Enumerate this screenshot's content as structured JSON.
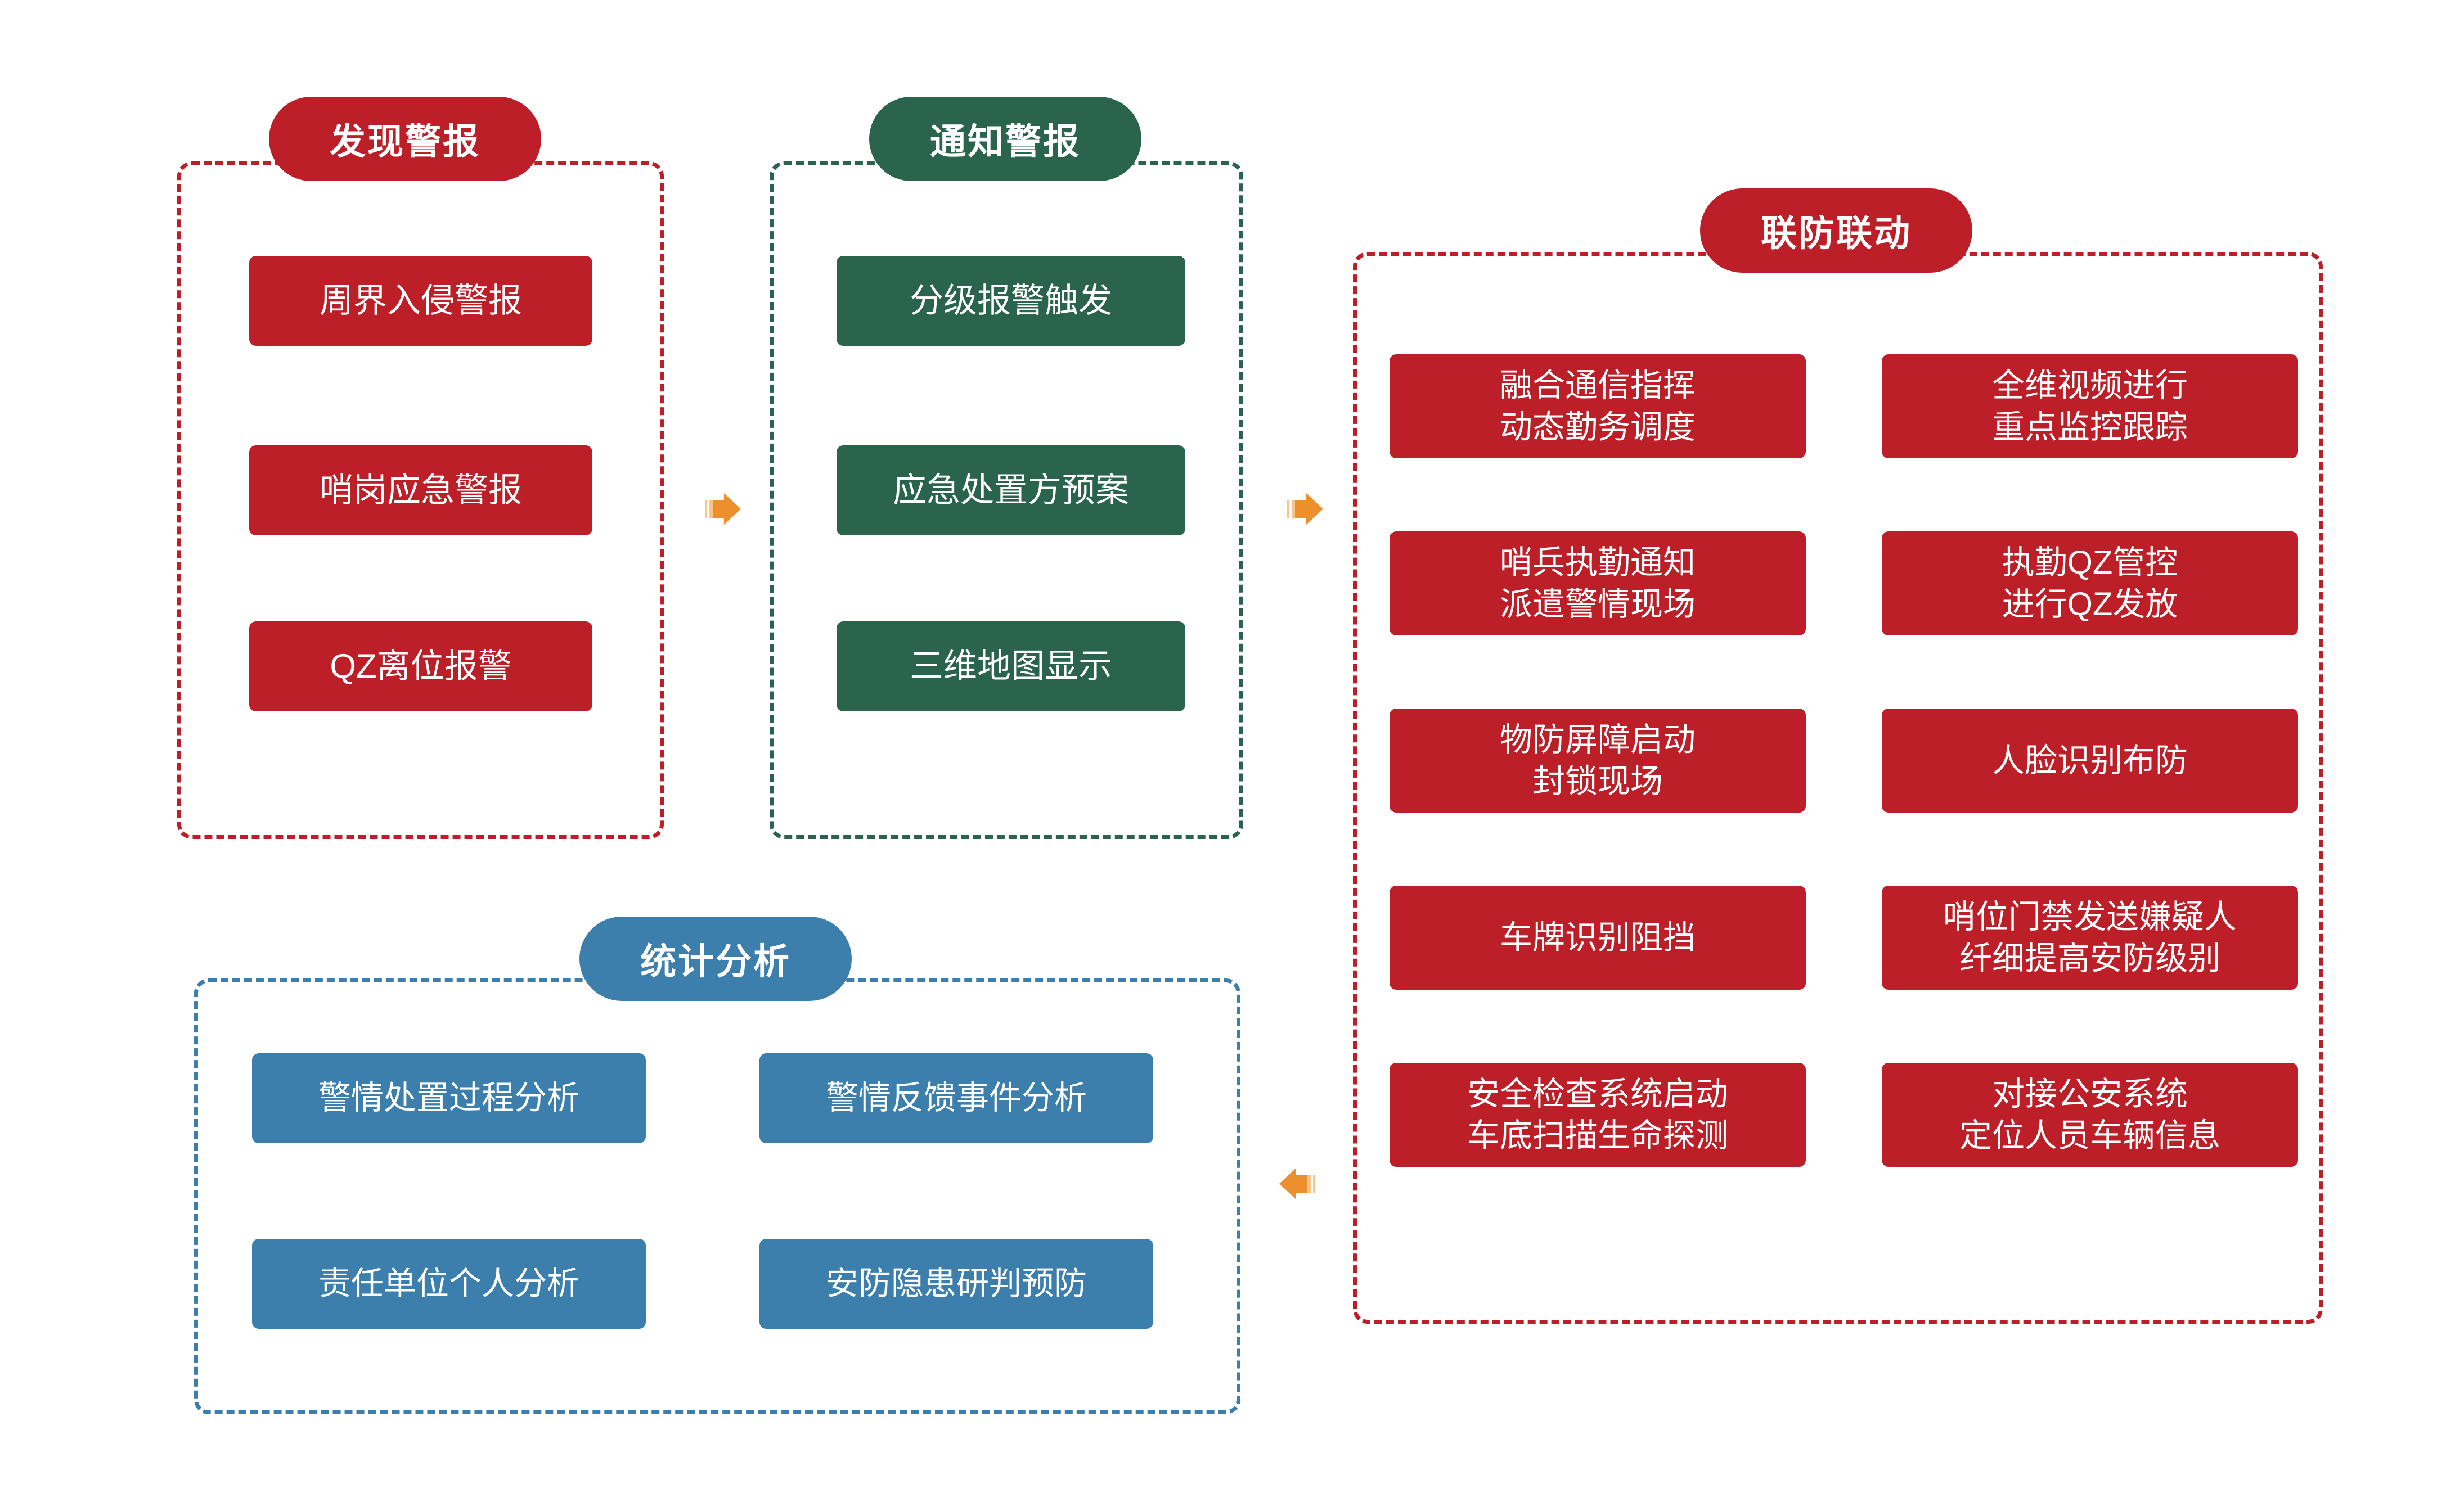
{
  "theme": {
    "red": "#BC1F28",
    "green": "#2A644D",
    "blue": "#3C7FAD",
    "arrow_orange": "#EE8F2E",
    "arrow_orange_light": "#F8C48E",
    "background": "#FFFFFF",
    "text_on_fill": "#FFFFFF"
  },
  "panels": {
    "discover": {
      "title": "发现警报",
      "color": "#BC1F28",
      "items": [
        {
          "label": "周界入侵警报"
        },
        {
          "label": "哨岗应急警报"
        },
        {
          "label": "QZ离位报警"
        }
      ]
    },
    "notify": {
      "title": "通知警报",
      "color": "#2A644D",
      "items": [
        {
          "label": "分级报警触发"
        },
        {
          "label": "应急处置方预案"
        },
        {
          "label": "三维地图显示"
        }
      ]
    },
    "joint": {
      "title": "联防联动",
      "color": "#BC1F28",
      "left_column": [
        {
          "label": "融合通信指挥\n动态勤务调度"
        },
        {
          "label": "哨兵执勤通知\n派遣警情现场"
        },
        {
          "label": "物防屏障启动\n封锁现场"
        },
        {
          "label": "车牌识别阻挡"
        },
        {
          "label": "安全检查系统启动\n车底扫描生命探测"
        }
      ],
      "right_column": [
        {
          "label": "全维视频进行\n重点监控跟踪"
        },
        {
          "label": "执勤QZ管控\n进行QZ发放"
        },
        {
          "label": "人脸识别布防"
        },
        {
          "label": "哨位门禁发送嫌疑人\n纤细提高安防级别"
        },
        {
          "label": "对接公安系统\n定位人员车辆信息"
        }
      ]
    },
    "statistics": {
      "title": "统计分析",
      "color": "#3C7FAD",
      "items": [
        {
          "label": "警情处置过程分析"
        },
        {
          "label": "警情反馈事件分析"
        },
        {
          "label": "责任单位个人分析"
        },
        {
          "label": "安防隐患研判预防"
        }
      ]
    }
  },
  "connectors": [
    {
      "name": "arrow-discover-to-notify",
      "direction": "right"
    },
    {
      "name": "arrow-notify-to-joint",
      "direction": "right"
    },
    {
      "name": "arrow-joint-to-statistics",
      "direction": "left"
    }
  ]
}
